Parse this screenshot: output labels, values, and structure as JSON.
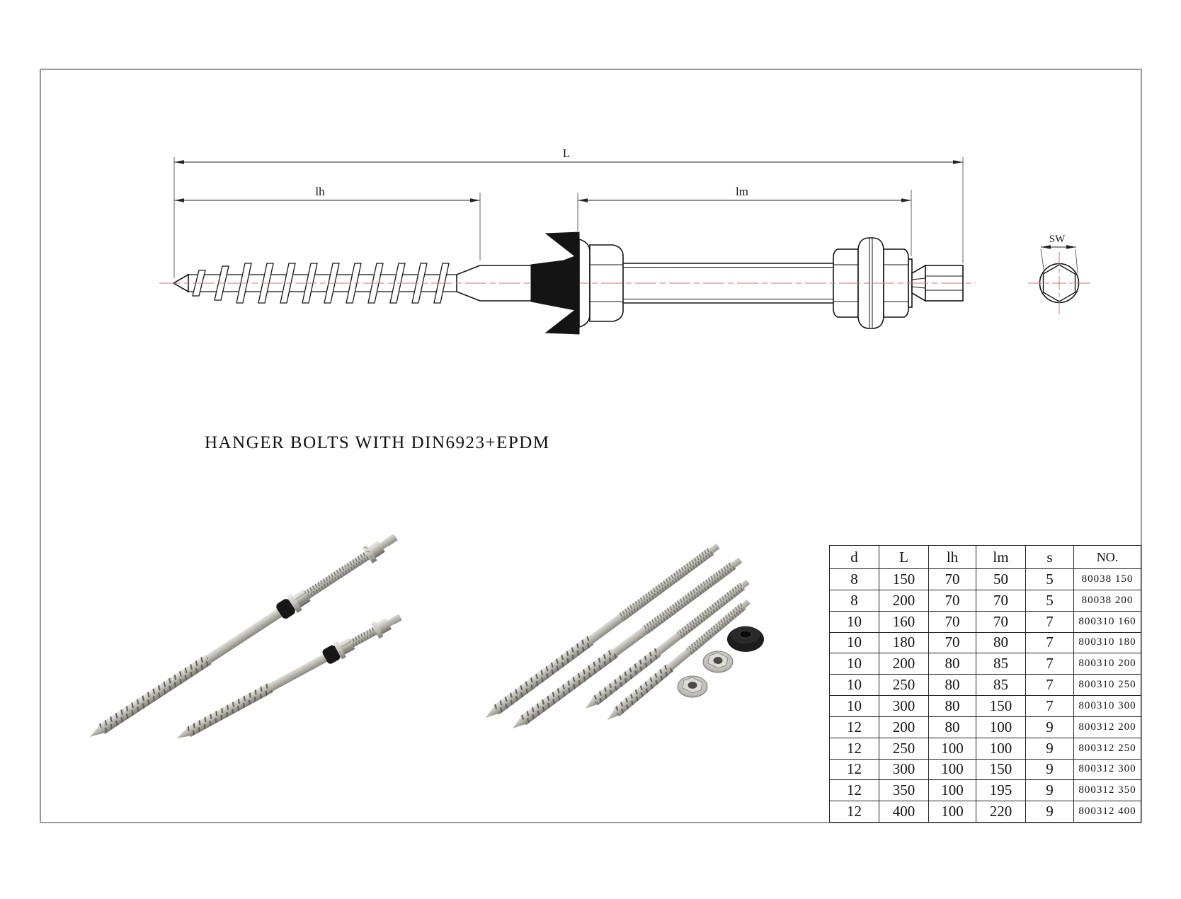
{
  "drawing": {
    "title": "HANGER BOLTS WITH DIN6923+EPDM",
    "dims": {
      "overall": "L",
      "hanger": "lh",
      "metric": "lm",
      "wrench": "SW"
    }
  },
  "table": {
    "headers": {
      "d": "d",
      "L": "L",
      "lh": "lh",
      "lm": "lm",
      "s": "s",
      "no": "NO."
    },
    "rows": [
      {
        "d": "8",
        "L": "150",
        "lh": "70",
        "lm": "50",
        "s": "5",
        "no": "80038 150"
      },
      {
        "d": "8",
        "L": "200",
        "lh": "70",
        "lm": "70",
        "s": "5",
        "no": "80038 200"
      },
      {
        "d": "10",
        "L": "160",
        "lh": "70",
        "lm": "70",
        "s": "7",
        "no": "800310 160"
      },
      {
        "d": "10",
        "L": "180",
        "lh": "70",
        "lm": "80",
        "s": "7",
        "no": "800310 180"
      },
      {
        "d": "10",
        "L": "200",
        "lh": "80",
        "lm": "85",
        "s": "7",
        "no": "800310 200"
      },
      {
        "d": "10",
        "L": "250",
        "lh": "80",
        "lm": "85",
        "s": "7",
        "no": "800310 250"
      },
      {
        "d": "10",
        "L": "300",
        "lh": "80",
        "lm": "150",
        "s": "7",
        "no": "800310 300"
      },
      {
        "d": "12",
        "L": "200",
        "lh": "80",
        "lm": "100",
        "s": "9",
        "no": "800312 200"
      },
      {
        "d": "12",
        "L": "250",
        "lh": "100",
        "lm": "100",
        "s": "9",
        "no": "800312 250"
      },
      {
        "d": "12",
        "L": "300",
        "lh": "100",
        "lm": "150",
        "s": "9",
        "no": "800312 300"
      },
      {
        "d": "12",
        "L": "350",
        "lh": "100",
        "lm": "195",
        "s": "9",
        "no": "800312 350"
      },
      {
        "d": "12",
        "L": "400",
        "lh": "100",
        "lm": "220",
        "s": "9",
        "no": "800312 400"
      }
    ]
  },
  "colors": {
    "centerline": "#c87a7a",
    "ink": "#141414",
    "frame": "#98989a",
    "epdm": "#141414"
  }
}
